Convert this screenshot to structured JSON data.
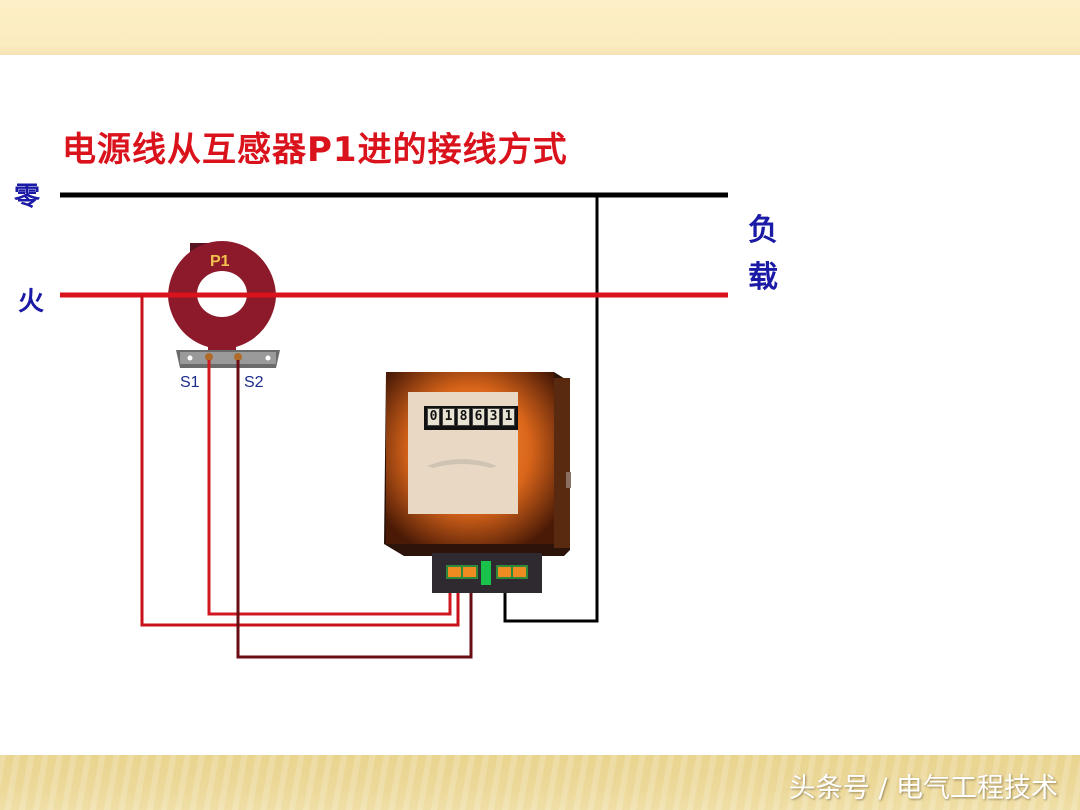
{
  "slide": {
    "title": "电源线从互感器P1进的接线方式",
    "watermark": "头条号 / 电气工程技术",
    "colors": {
      "title": "#d9121b",
      "labels": "#1a1aa6",
      "neutral_wire": "#000000",
      "live_wire": "#d9121b",
      "ct_body": "#8c1a2a",
      "meter_case": "#7a2e08",
      "top_band": "#fcecc2",
      "bottom_band": "#ecd899"
    }
  },
  "diagram": {
    "wires": {
      "neutral_label": "零",
      "live_label": "火",
      "load_label_line1": "负",
      "load_label_line2": "载"
    },
    "current_transformer": {
      "primary_terminal": "P1",
      "secondary_terminal_1": "S1",
      "secondary_terminal_2": "S2"
    },
    "energy_meter": {
      "reading": "018631",
      "digits": [
        "0",
        "1",
        "8",
        "6",
        "3",
        "1"
      ]
    }
  }
}
